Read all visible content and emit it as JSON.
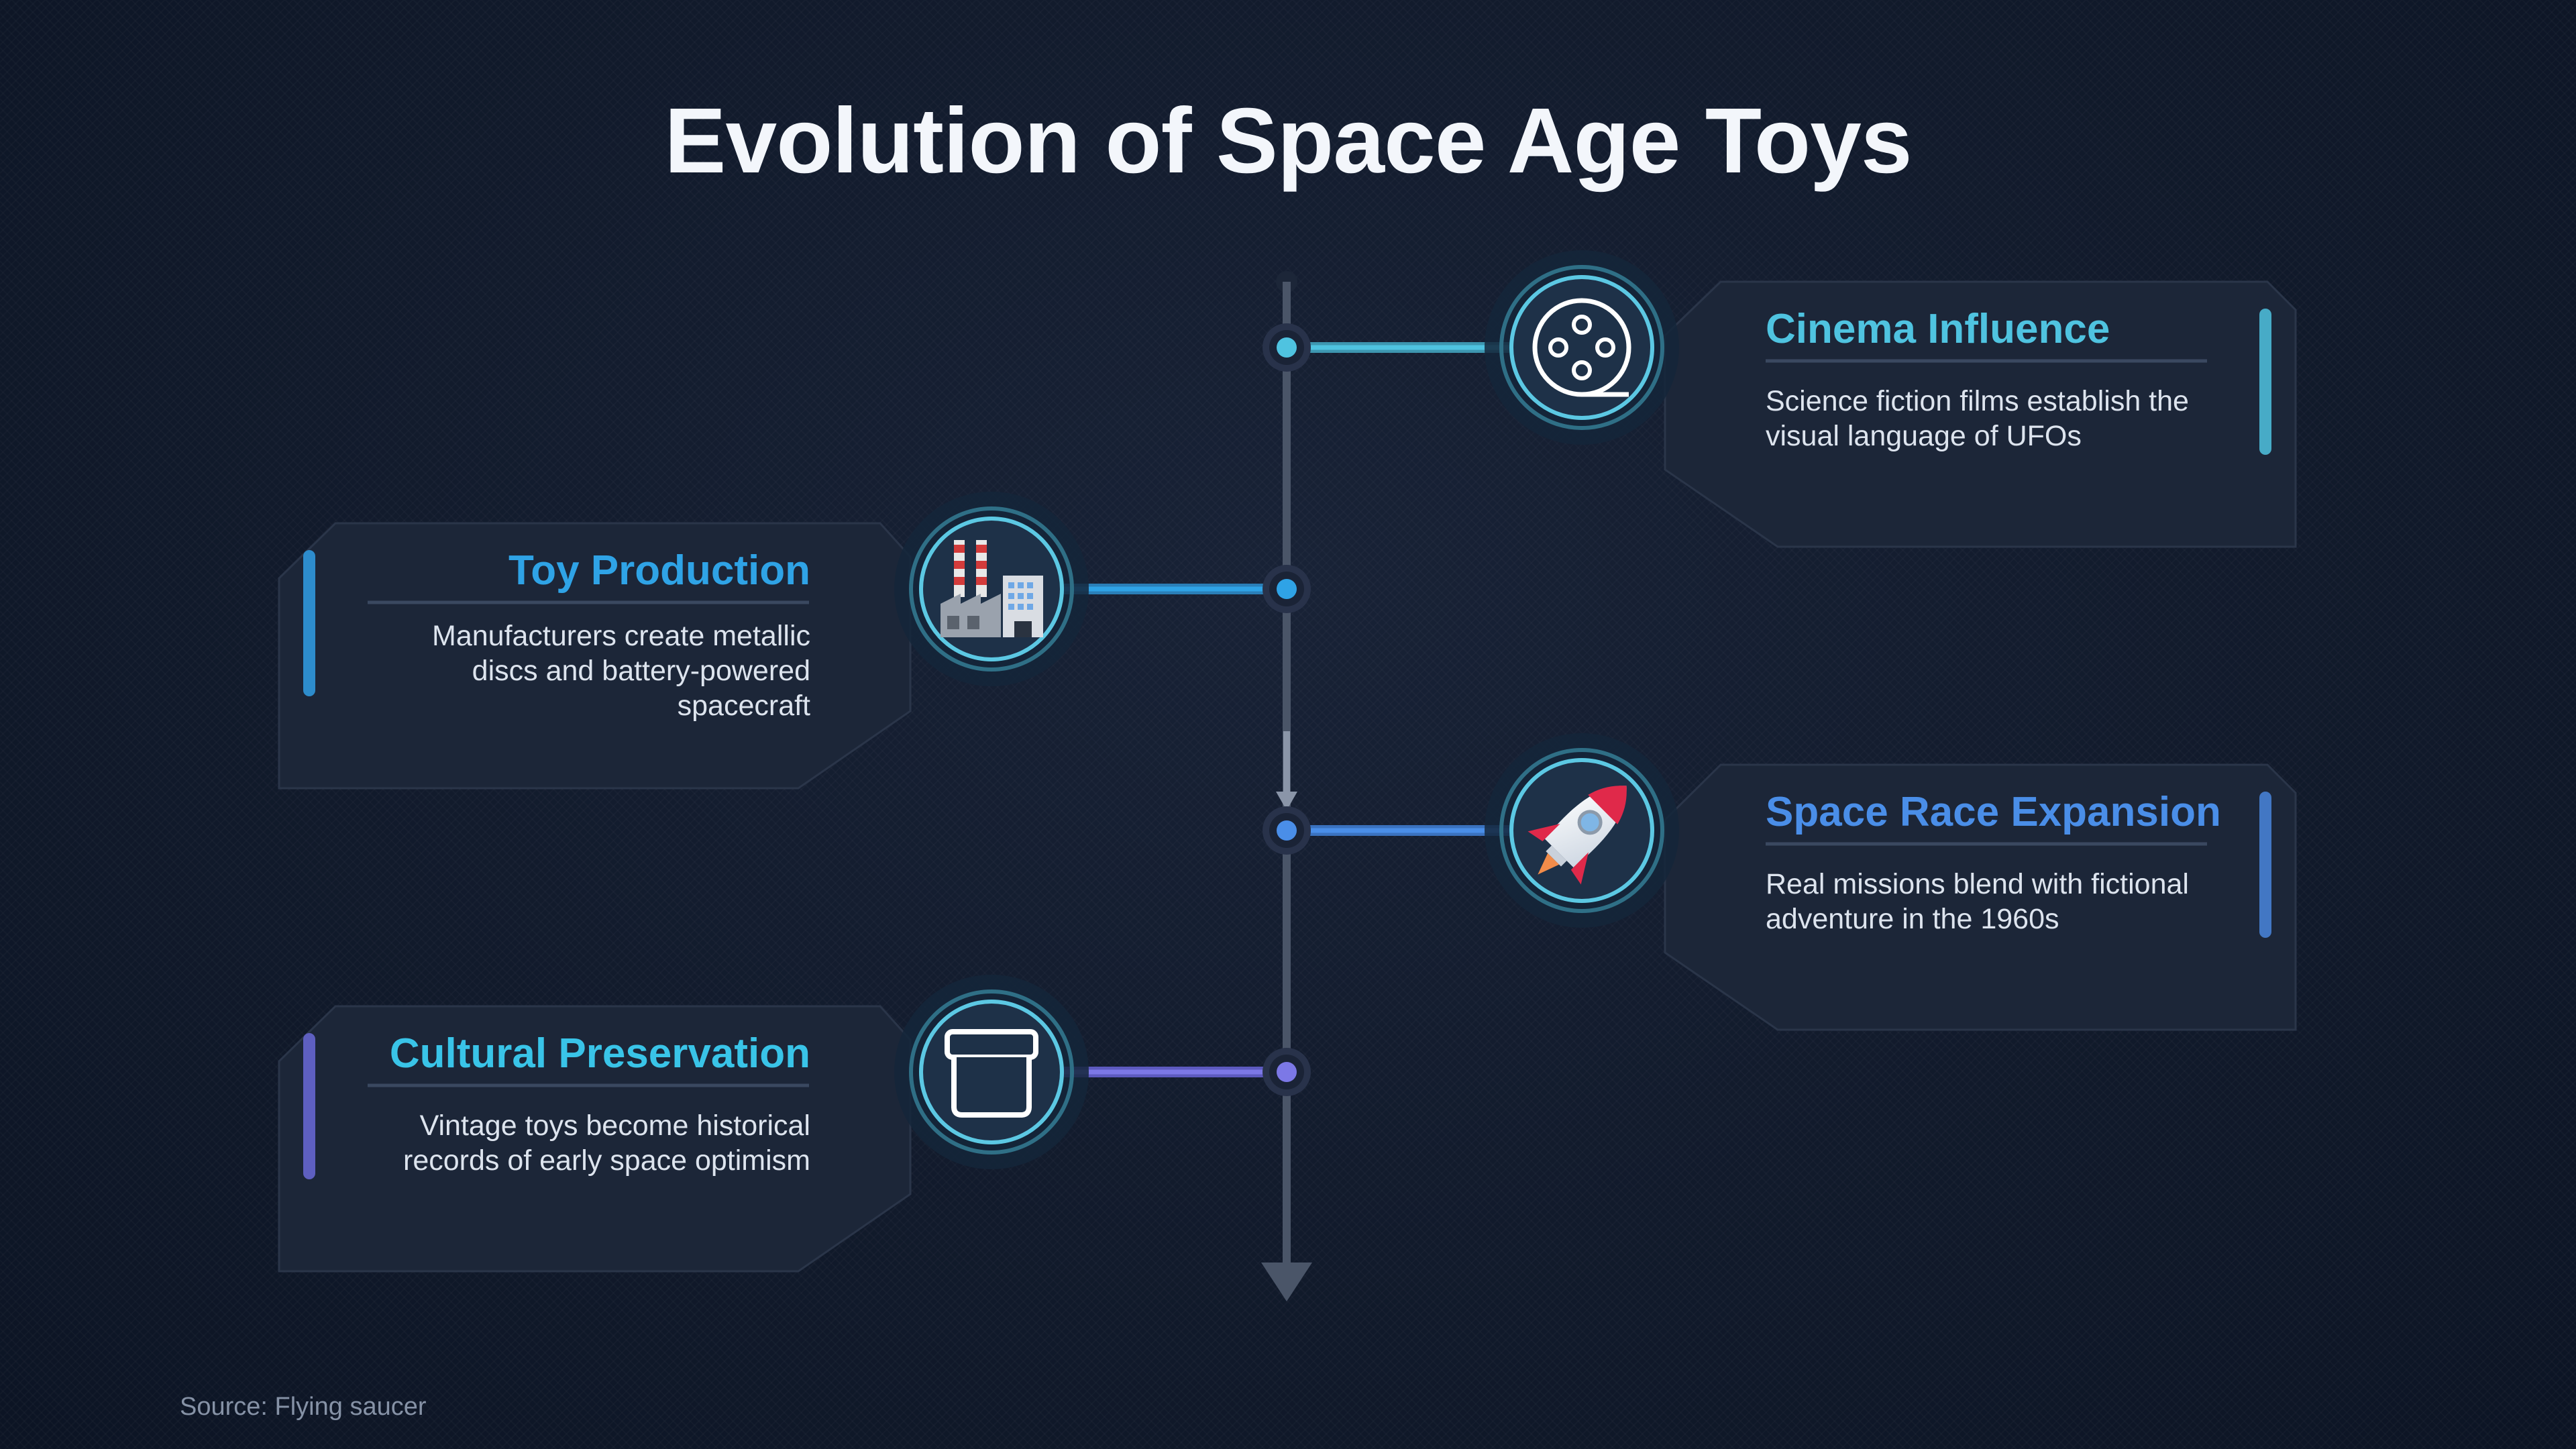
{
  "title": "Evolution of Space Age Toys",
  "source": "Source: Flying saucer",
  "colors": {
    "background": "#111a2b",
    "card": "#1c2638",
    "spine": "#4a5568",
    "cinema": "#4fc3e0",
    "toy": "#2fa3e6",
    "space": "#4a8ee8",
    "cultural": "#7c78e6"
  },
  "events": [
    {
      "title": "Cinema Influence",
      "description": "Science fiction films establish the visual language of UFOs",
      "icon": "film-reel-icon",
      "color": "#4fc3e0"
    },
    {
      "title": "Toy Production",
      "description": "Manufacturers create metallic discs and battery-powered spacecraft",
      "icon": "factory-icon",
      "color": "#2fa3e6"
    },
    {
      "title": "Space Race Expansion",
      "description": "Real missions blend with fictional adventure in the 1960s",
      "icon": "rocket-icon",
      "color": "#4a8ee8"
    },
    {
      "title": "Cultural Preservation",
      "description": "Vintage toys become historical records of early space optimism",
      "icon": "archive-box-icon",
      "color": "#7c78e6"
    }
  ]
}
